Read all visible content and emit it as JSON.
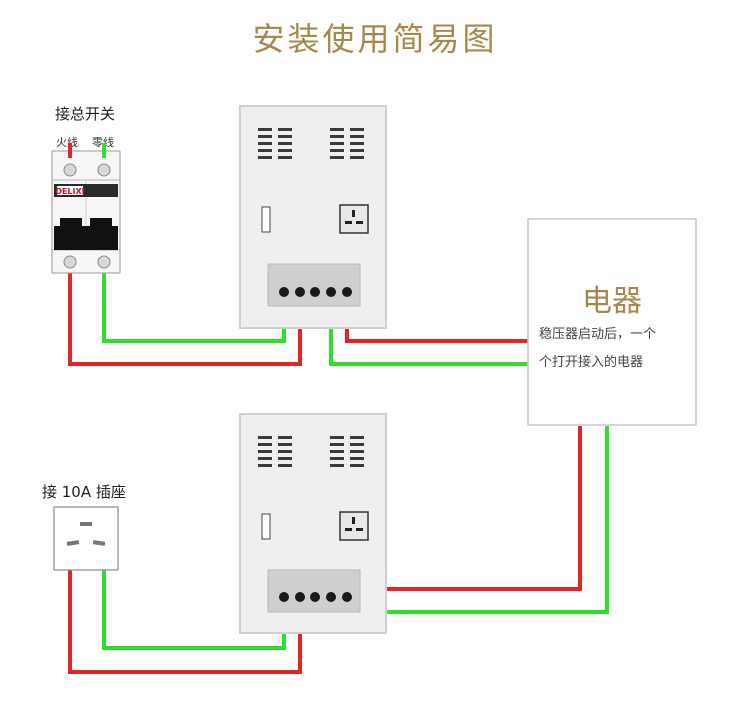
{
  "title": "安装使用简易图",
  "breaker": {
    "label": "接总开关",
    "live_label": "火线",
    "neutral_label": "零线",
    "brand": "DELIXI"
  },
  "socket": {
    "label": "接 10A 插座"
  },
  "appliance": {
    "title": "电器",
    "note_line1": "稳压器启动后，一个",
    "note_line2": "个打开接入的电器"
  },
  "colors": {
    "live_wire": "#e52424",
    "neutral_wire": "#2ee02e",
    "title": "#a8874c",
    "panel": "#efefef",
    "panel_border": "#cfcfcf"
  }
}
